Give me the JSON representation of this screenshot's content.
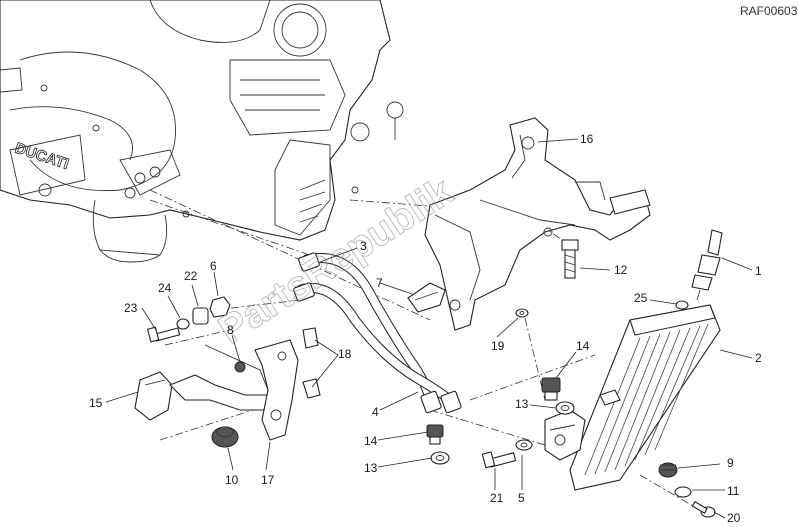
{
  "diagram": {
    "code": "RAF00603",
    "watermark": "PartsRepublik",
    "engine_lettering": "DUCATI",
    "callouts": [
      {
        "id": "c1",
        "label": "1"
      },
      {
        "id": "c2",
        "label": "2"
      },
      {
        "id": "c3",
        "label": "3"
      },
      {
        "id": "c4",
        "label": "4"
      },
      {
        "id": "c5",
        "label": "5"
      },
      {
        "id": "c6",
        "label": "6"
      },
      {
        "id": "c7",
        "label": "7"
      },
      {
        "id": "c8",
        "label": "8"
      },
      {
        "id": "c9",
        "label": "9"
      },
      {
        "id": "c10",
        "label": "10"
      },
      {
        "id": "c11",
        "label": "11"
      },
      {
        "id": "c12",
        "label": "12"
      },
      {
        "id": "c13a",
        "label": "13"
      },
      {
        "id": "c13b",
        "label": "13"
      },
      {
        "id": "c14a",
        "label": "14"
      },
      {
        "id": "c14b",
        "label": "14"
      },
      {
        "id": "c15",
        "label": "15"
      },
      {
        "id": "c16",
        "label": "16"
      },
      {
        "id": "c17",
        "label": "17"
      },
      {
        "id": "c18",
        "label": "18"
      },
      {
        "id": "c19",
        "label": "19"
      },
      {
        "id": "c20",
        "label": "20"
      },
      {
        "id": "c21",
        "label": "21"
      },
      {
        "id": "c22",
        "label": "22"
      },
      {
        "id": "c23",
        "label": "23"
      },
      {
        "id": "c24",
        "label": "24"
      },
      {
        "id": "c25",
        "label": "25"
      }
    ]
  }
}
